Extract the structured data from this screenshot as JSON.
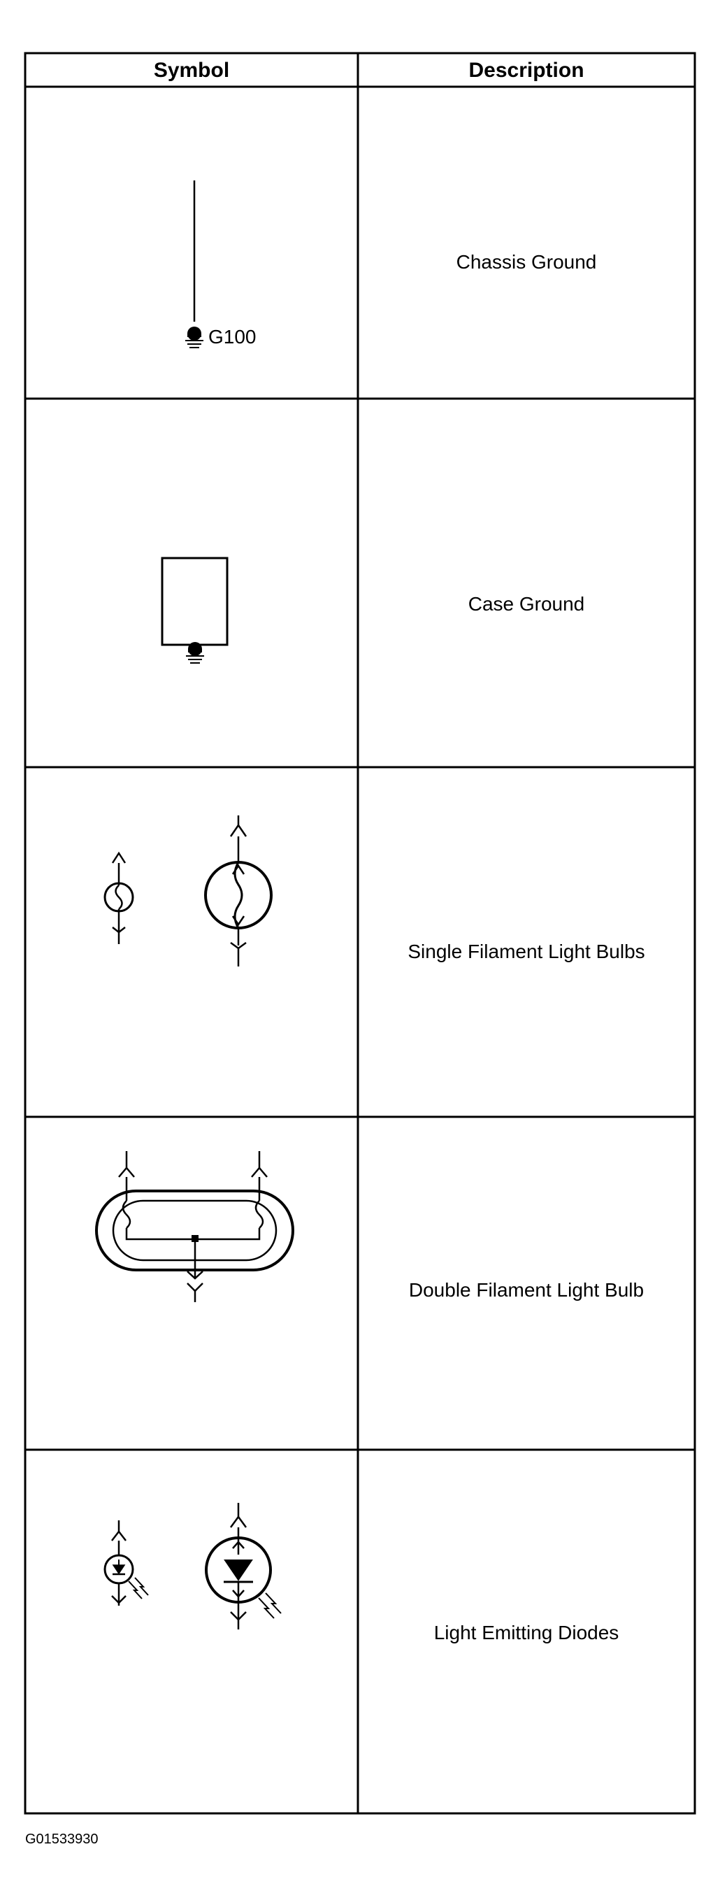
{
  "table": {
    "headers": {
      "symbol": "Symbol",
      "description": "Description"
    },
    "rows": [
      {
        "symbol": {
          "icon": "chassis-ground-icon",
          "label": "G100"
        },
        "description": "Chassis Ground"
      },
      {
        "symbol": {
          "icon": "case-ground-icon"
        },
        "description": "Case Ground"
      },
      {
        "symbol": {
          "icon": "single-filament-light-bulbs-icon"
        },
        "description": "Single Filament Light Bulbs"
      },
      {
        "symbol": {
          "icon": "double-filament-light-bulb-icon"
        },
        "description": "Double Filament Light Bulb"
      },
      {
        "symbol": {
          "icon": "light-emitting-diodes-icon"
        },
        "description": "Light Emitting Diodes"
      }
    ]
  },
  "figure_id": "G01533930"
}
